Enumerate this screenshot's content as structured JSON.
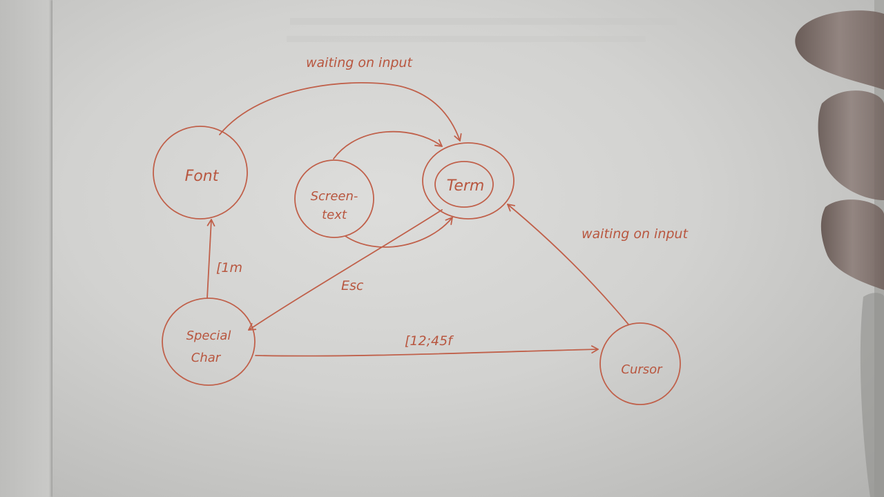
{
  "diagram": {
    "nodes": {
      "font": "Font",
      "screen_text_line1": "Screen-",
      "screen_text_line2": "text",
      "term": "Term",
      "special_char_line1": "Special",
      "special_char_line2": "Char",
      "cursor": "Cursor"
    },
    "edges": {
      "font_to_term": "waiting on input",
      "special_to_font": "[1m",
      "term_to_special": "Esc",
      "special_to_cursor": "[12;45f",
      "cursor_to_term": "waiting on input"
    },
    "ink_color": "#c0604a",
    "paper_color": "#d6d6d4"
  }
}
